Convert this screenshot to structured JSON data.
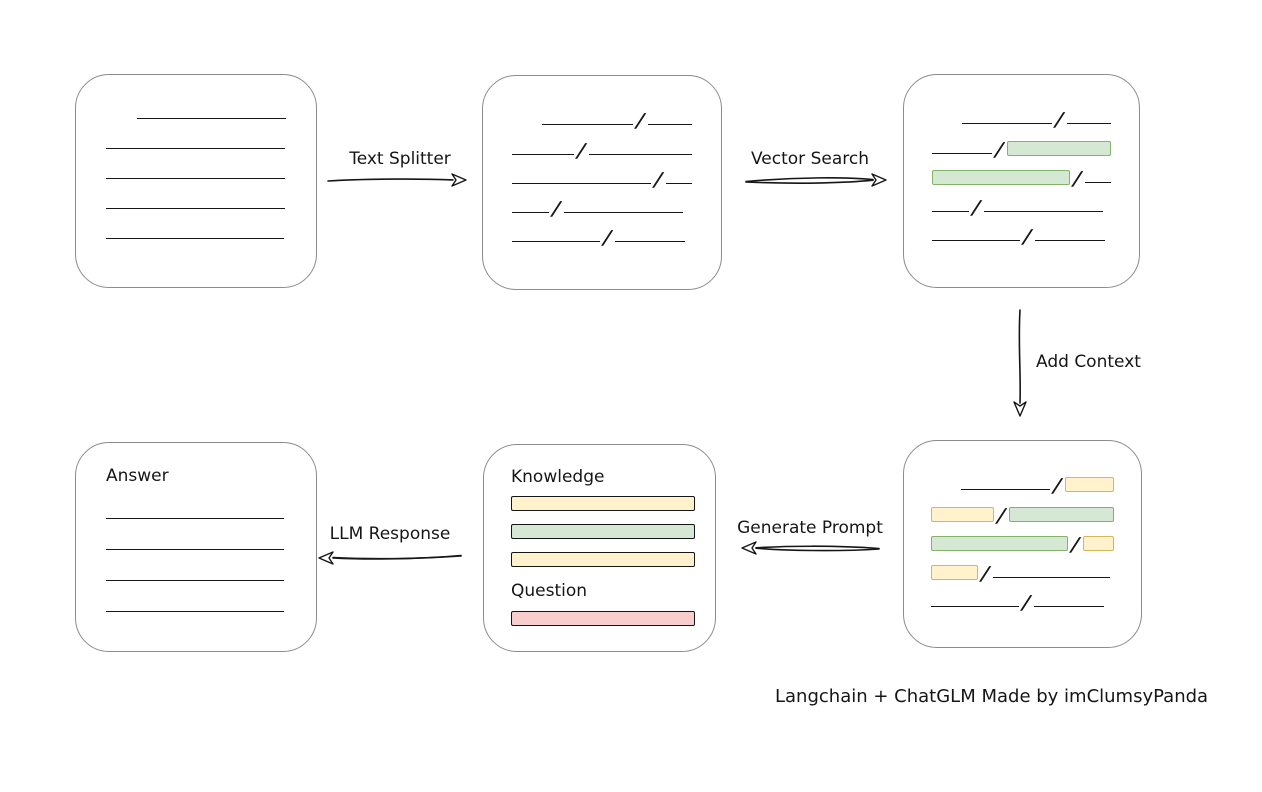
{
  "palette": {
    "ink": "#161616",
    "box_border": "#8c8c8c",
    "yellow_fill": "#fff2cc",
    "yellow_border": "#d6b656",
    "green_fill": "#d5e8d4",
    "green_border": "#82b366",
    "red_fill": "#f8cecc",
    "red_border": "#b85450"
  },
  "slash_char": "/",
  "flow_labels": {
    "text_splitter": "Text Splitter",
    "vector_search": "Vector Search",
    "add_context": "Add Context",
    "generate_prompt": "Generate Prompt",
    "llm_response": "LLM Response"
  },
  "caption": "Langchain + ChatGLM Made by imClumsyPanda",
  "boxes": {
    "source_document": {
      "rows": [
        [
          {
            "t": "space",
            "w": 31
          },
          {
            "t": "line",
            "w": 149
          }
        ],
        [
          {
            "t": "line",
            "w": 179
          }
        ],
        [
          {
            "t": "line",
            "w": 179
          }
        ],
        [
          {
            "t": "line",
            "w": 179
          }
        ],
        [
          {
            "t": "line",
            "w": 178
          }
        ]
      ]
    },
    "split_chunks": {
      "rows": [
        [
          {
            "t": "space",
            "w": 30
          },
          {
            "t": "line",
            "w": 91
          },
          {
            "t": "slash"
          },
          {
            "t": "line",
            "w": 44
          }
        ],
        [
          {
            "t": "line",
            "w": 62
          },
          {
            "t": "slash"
          },
          {
            "t": "line",
            "w": 103
          }
        ],
        [
          {
            "t": "line",
            "w": 139
          },
          {
            "t": "slash"
          },
          {
            "t": "line",
            "w": 26
          }
        ],
        [
          {
            "t": "line",
            "w": 37
          },
          {
            "t": "slash"
          },
          {
            "t": "line",
            "w": 119
          }
        ],
        [
          {
            "t": "line",
            "w": 88
          },
          {
            "t": "slash"
          },
          {
            "t": "line",
            "w": 70
          }
        ]
      ]
    },
    "matched_chunks": {
      "rows": [
        [
          {
            "t": "space",
            "w": 30
          },
          {
            "t": "line",
            "w": 91
          },
          {
            "t": "slash"
          },
          {
            "t": "line",
            "w": 44
          }
        ],
        [
          {
            "t": "line",
            "w": 62
          },
          {
            "t": "slash"
          },
          {
            "t": "bar",
            "c": "green",
            "w": 106
          }
        ],
        [
          {
            "t": "bar",
            "c": "green",
            "w": 138
          },
          {
            "t": "slash"
          },
          {
            "t": "line",
            "w": 26
          }
        ],
        [
          {
            "t": "line",
            "w": 37
          },
          {
            "t": "slash"
          },
          {
            "t": "line",
            "w": 119
          }
        ],
        [
          {
            "t": "line",
            "w": 88
          },
          {
            "t": "slash"
          },
          {
            "t": "line",
            "w": 70
          }
        ]
      ]
    },
    "context_chunks": {
      "rows": [
        [
          {
            "t": "space",
            "w": 30
          },
          {
            "t": "line",
            "w": 90
          },
          {
            "t": "slash"
          },
          {
            "t": "bar",
            "c": "yellow",
            "w": 48
          }
        ],
        [
          {
            "t": "bar",
            "c": "yellow",
            "w": 62
          },
          {
            "t": "slash"
          },
          {
            "t": "bar",
            "c": "green",
            "w": 105
          }
        ],
        [
          {
            "t": "bar",
            "c": "green",
            "w": 138
          },
          {
            "t": "slash"
          },
          {
            "t": "bar",
            "c": "yellow",
            "w": 30
          }
        ],
        [
          {
            "t": "bar",
            "c": "yellow",
            "w": 45
          },
          {
            "t": "slash"
          },
          {
            "t": "line",
            "w": 117
          }
        ],
        [
          {
            "t": "line",
            "w": 88
          },
          {
            "t": "slash"
          },
          {
            "t": "line",
            "w": 70
          }
        ]
      ]
    },
    "prompt": {
      "knowledge_label": "Knowledge",
      "question_label": "Question",
      "knowledge_bars": [
        "yellow",
        "green",
        "yellow"
      ],
      "question_bars": [
        "red"
      ]
    },
    "answer": {
      "label": "Answer",
      "lines": [
        178,
        178,
        178,
        178
      ]
    }
  }
}
